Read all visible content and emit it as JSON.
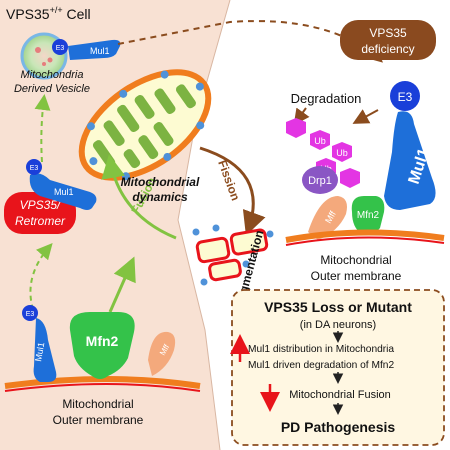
{
  "left_panel": {
    "cell_title_main": "VPS35",
    "cell_title_sup": "+/+",
    "cell_title_rest": " Cell",
    "mdv_label_line1": "Mitochondria",
    "mdv_label_line2": "Derived Vesicle",
    "retromer_line1": "VPS35/",
    "retromer_line2": "Retromer",
    "fusion_label": "Fusion",
    "omm_line1": "Mitochondrial",
    "omm_line2": "Outer membrane",
    "mul1_label": "Mul1",
    "e3_label": "E3",
    "mfn2_label": "Mfn2",
    "mff_label": "Mff"
  },
  "center": {
    "dynamics_line1": "Mitochondrial",
    "dynamics_line2": "dynamics",
    "fission_label": "Fission",
    "fragmentation_label": "Fragmentation"
  },
  "right_panel": {
    "deficiency_line1": "VPS35",
    "deficiency_line2": "deficiency",
    "degradation_label": "Degradation",
    "e3_label": "E3",
    "ub_label": "Ub",
    "mul1_label": "Mul1",
    "drp1_label": "Drp1",
    "mff_label": "Mff",
    "mfn2_label": "Mfn2",
    "omm_line1": "Mitochondrial",
    "omm_line2": "Outer membrane"
  },
  "summary_box": {
    "title": "VPS35 Loss or Mutant",
    "subtitle": "(in DA neurons)",
    "line1": "Mul1 distribution in Mitochondria",
    "line2": "Mul1 driven degradation of Mfn2",
    "line3": "Mitochondrial Fusion",
    "conclusion": "PD Pathogenesis"
  },
  "colors": {
    "cell_bg": "#f8e1d3",
    "mito_orange": "#f07d1e",
    "mito_inner": "#fdfbd2",
    "crista_green": "#7cb342",
    "mul1_blue": "#1e6fd9",
    "e3_blue": "#1a3fd9",
    "mfn2_green": "#34c24a",
    "retromer_red": "#e8141b",
    "ub_magenta": "#e335e3",
    "drp1_purple": "#8a56c4",
    "deficiency_brown": "#8a4a1f",
    "arrow_brown": "#8b4c1e",
    "fusion_green": "#82c341",
    "summary_bg": "#fff7e2"
  }
}
